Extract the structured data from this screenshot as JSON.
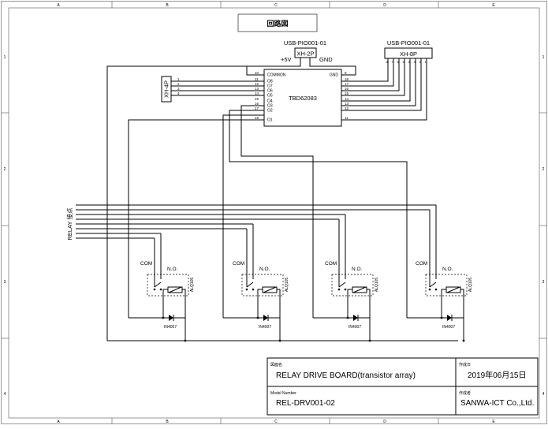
{
  "frame": {
    "columns": [
      "A",
      "B",
      "C",
      "D",
      "E"
    ],
    "rows": [
      "1",
      "2",
      "3",
      "4"
    ]
  },
  "title_box": "回路図",
  "connectors": {
    "power_source": "USB-PIO001-01",
    "power_connector": "XH-2P",
    "power_plus": "+5V",
    "power_gnd": "GND",
    "signal_source": "USB-PIO001-01",
    "signal_connector": "XH-8P",
    "signal_pins": [
      "8",
      "7",
      "6",
      "5",
      "4",
      "3",
      "2",
      "1"
    ],
    "input_connector": "XH-4P",
    "input_pins": [
      "1",
      "2",
      "3",
      "4"
    ]
  },
  "ic": {
    "part": "TBD62083",
    "left_pins": [
      {
        "num": "10",
        "name": "COMMON"
      },
      {
        "num": "11",
        "name": "O8"
      },
      {
        "num": "12",
        "name": "O7"
      },
      {
        "num": "13",
        "name": "O6"
      },
      {
        "num": "14",
        "name": "O5"
      },
      {
        "num": "15",
        "name": "O4"
      },
      {
        "num": "16",
        "name": "O3"
      },
      {
        "num": "17",
        "name": "O2"
      },
      {
        "num": "18",
        "name": "O1"
      }
    ],
    "right_pins": [
      {
        "num": "9",
        "name": "GND"
      },
      {
        "num": "18",
        "name": ""
      },
      {
        "num": "17",
        "name": ""
      },
      {
        "num": "16",
        "name": ""
      },
      {
        "num": "15",
        "name": ""
      },
      {
        "num": "14",
        "name": ""
      },
      {
        "num": "13",
        "name": ""
      },
      {
        "num": "12",
        "name": ""
      },
      {
        "num": "11",
        "name": ""
      }
    ]
  },
  "relay_label": "RELAY 接点",
  "relays": [
    {
      "com": "COM",
      "no": "N.O.",
      "part": "ALQ105",
      "diode": "IN4007"
    },
    {
      "com": "COM",
      "no": "N.O.",
      "part": "ALQ105",
      "diode": "IN4007"
    },
    {
      "com": "COM",
      "no": "N.O.",
      "part": "ALQ105",
      "diode": "IN4007"
    },
    {
      "com": "COM",
      "no": "N.O.",
      "part": "ALQ105",
      "diode": "IN4007"
    }
  ],
  "title_block": {
    "drawing_name_label": "図面名",
    "drawing_name": "RELAY DRIVE BOARD(transistor array)",
    "date_label": "作成日",
    "date": "2019年06月15日",
    "model_label": "Model Number",
    "model": "REL-DRV001-02",
    "author_label": "作成者",
    "author": "SANWA-ICT Co.,Ltd."
  }
}
